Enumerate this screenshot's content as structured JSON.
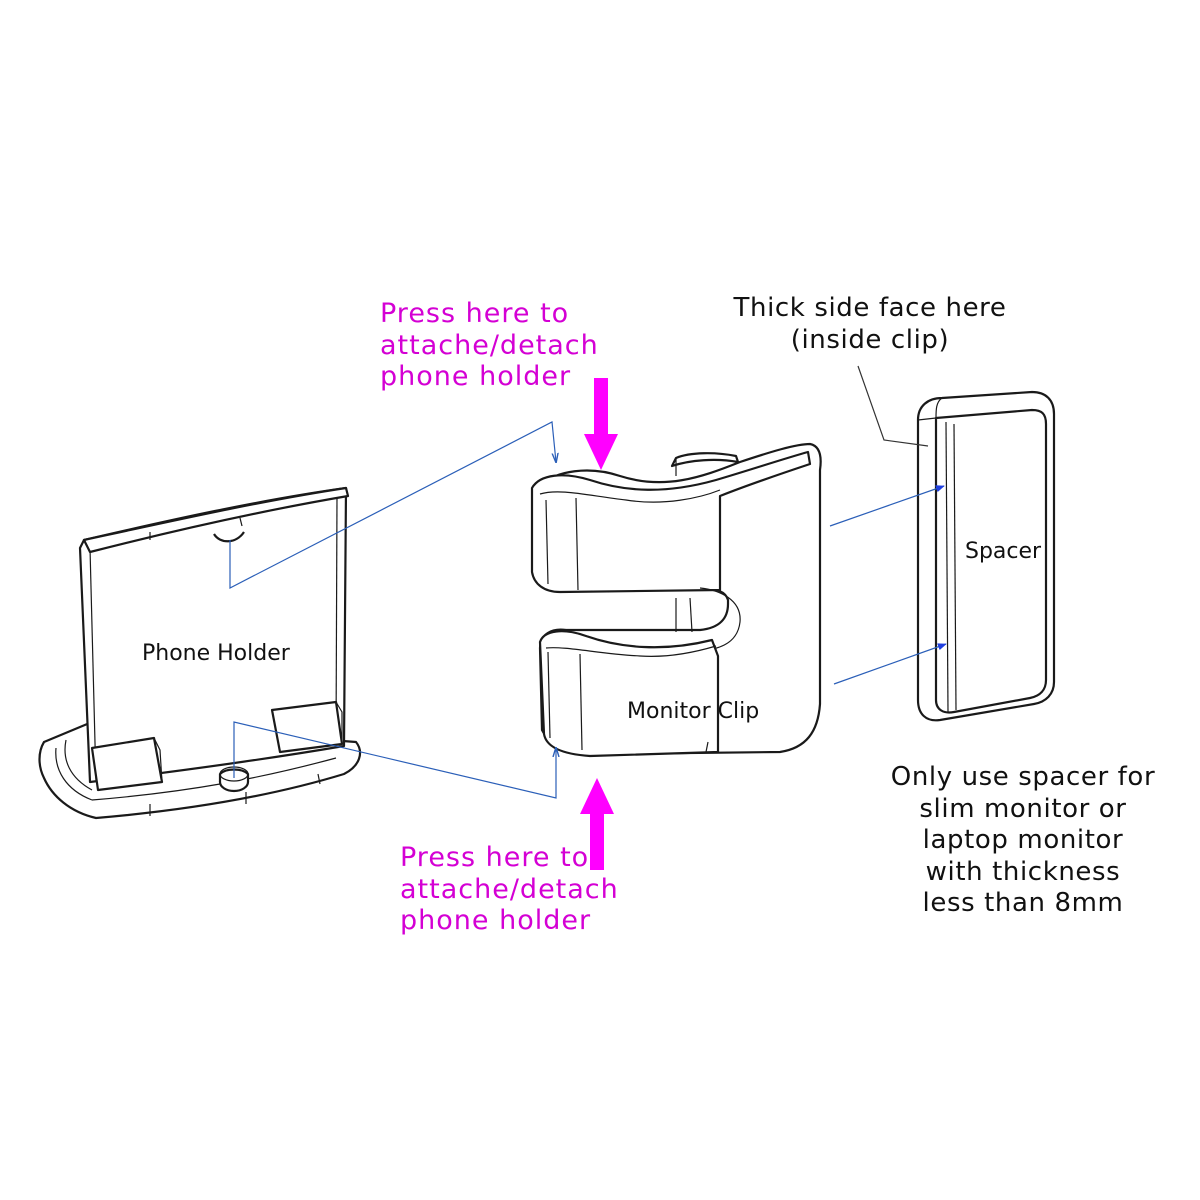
{
  "labels": {
    "phone_holder": "Phone Holder",
    "monitor_clip": "Monitor Clip",
    "spacer": "Spacer"
  },
  "press_top": [
    "Press here to",
    "attache/detach",
    "phone holder"
  ],
  "press_bottom": [
    "Press here to",
    "attache/detach",
    "phone holder"
  ],
  "thick_side_note": [
    "Thick side face here",
    "(inside clip)"
  ],
  "spacer_note": [
    "Only use spacer for",
    "slim monitor or",
    "laptop monitor",
    "with thickness",
    "less than 8mm"
  ],
  "colors": {
    "press_text": "#d400d4",
    "press_arrow": "#ff00ff",
    "guide_line": "#2b5fb8",
    "guide_arrow": "#1f3fe0",
    "outline": "#1a1a1a"
  }
}
